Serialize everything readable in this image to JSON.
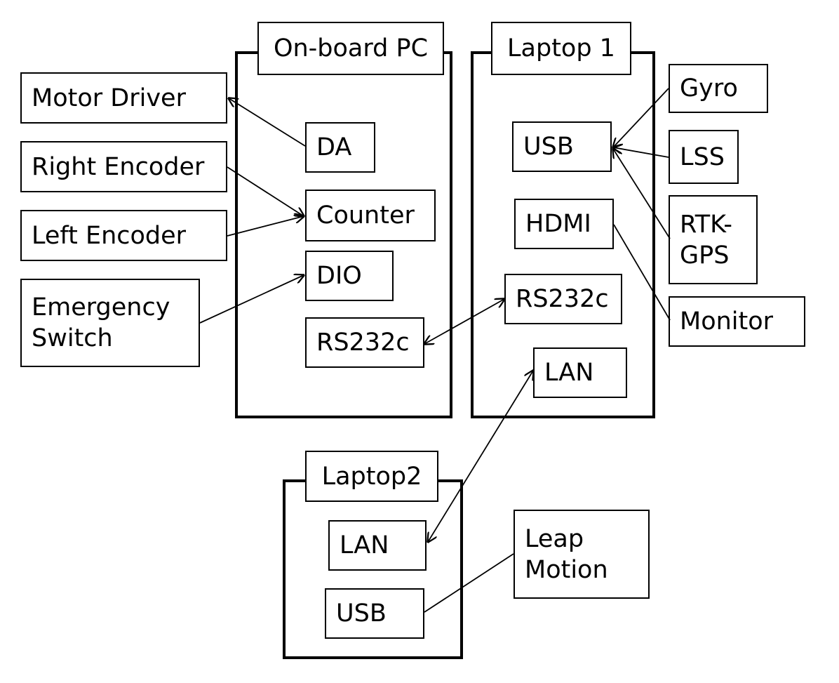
{
  "containers": {
    "onboard_pc": {
      "title": "On-board PC"
    },
    "laptop1": {
      "title": "Laptop 1"
    },
    "laptop2": {
      "title": "Laptop2"
    }
  },
  "onboard_ports": {
    "da": "DA",
    "counter": "Counter",
    "dio": "DIO",
    "rs232c": "RS232c"
  },
  "laptop1_ports": {
    "usb": "USB",
    "hdmi": "HDMI",
    "rs232c": "RS232c",
    "lan": "LAN"
  },
  "laptop2_ports": {
    "lan": "LAN",
    "usb": "USB"
  },
  "devices": {
    "motor_driver": "Motor Driver",
    "right_encoder": "Right Encoder",
    "left_encoder": "Left Encoder",
    "emergency_switch": "Emergency\nSwitch",
    "gyro": "Gyro",
    "lss": "LSS",
    "rtk_gps": "RTK-\nGPS",
    "monitor": "Monitor",
    "leap_motion": "Leap\nMotion"
  }
}
